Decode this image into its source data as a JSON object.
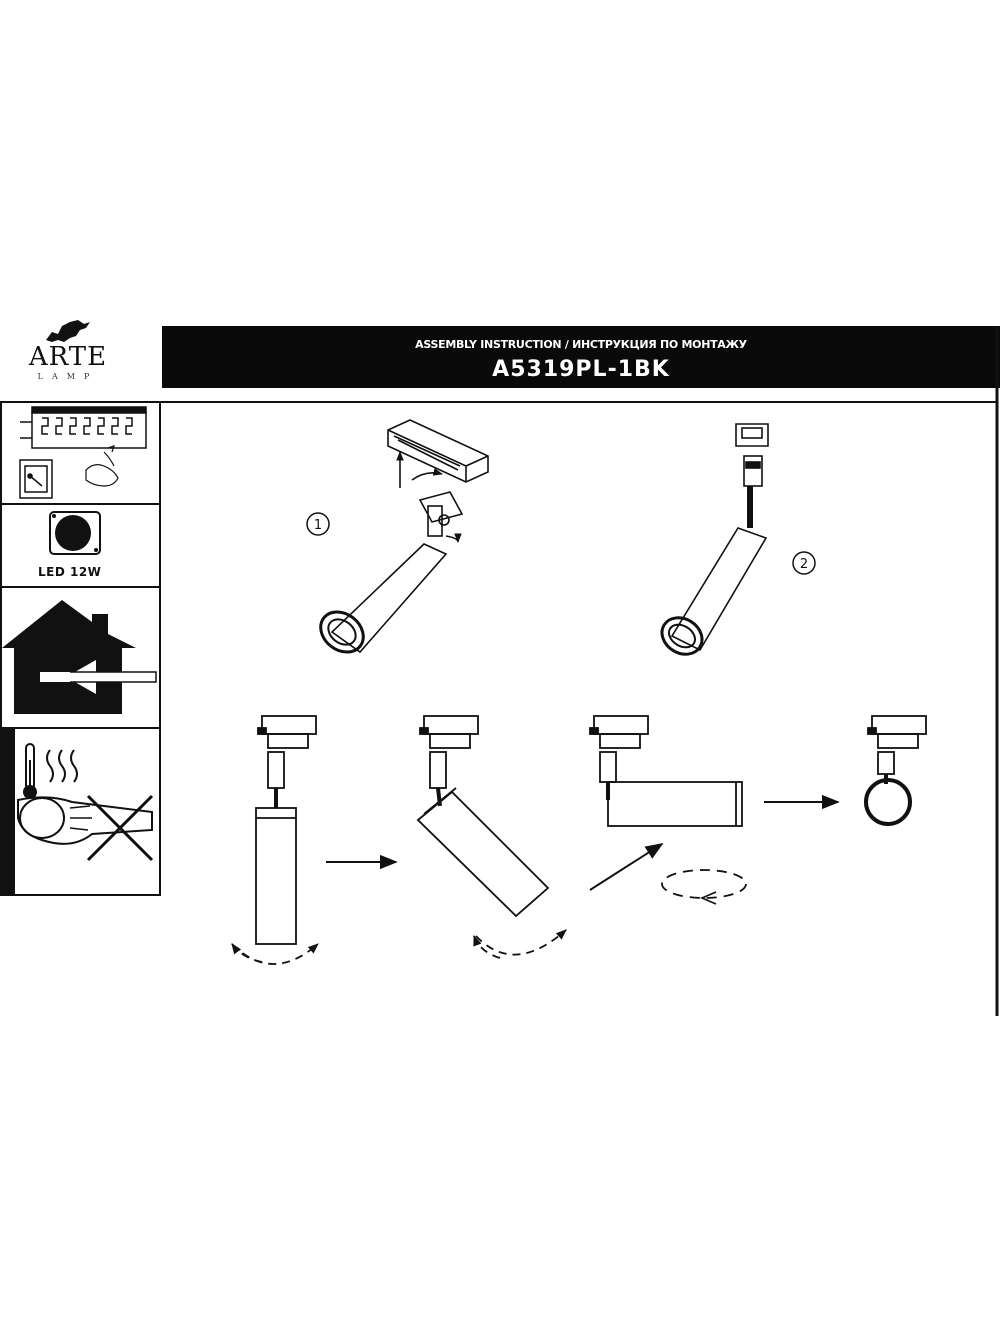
{
  "logo": {
    "brand": "ARTE",
    "sub": "LAMP"
  },
  "header": {
    "title": "ASSEMBLY INSTRUCTION / ИНСТРУКЦИЯ ПО МОНТАЖУ",
    "model": "A5319PL-1BK"
  },
  "sidebar": {
    "led_label": "LED 12W"
  },
  "steps": {
    "step1": "①",
    "step2": "②"
  }
}
